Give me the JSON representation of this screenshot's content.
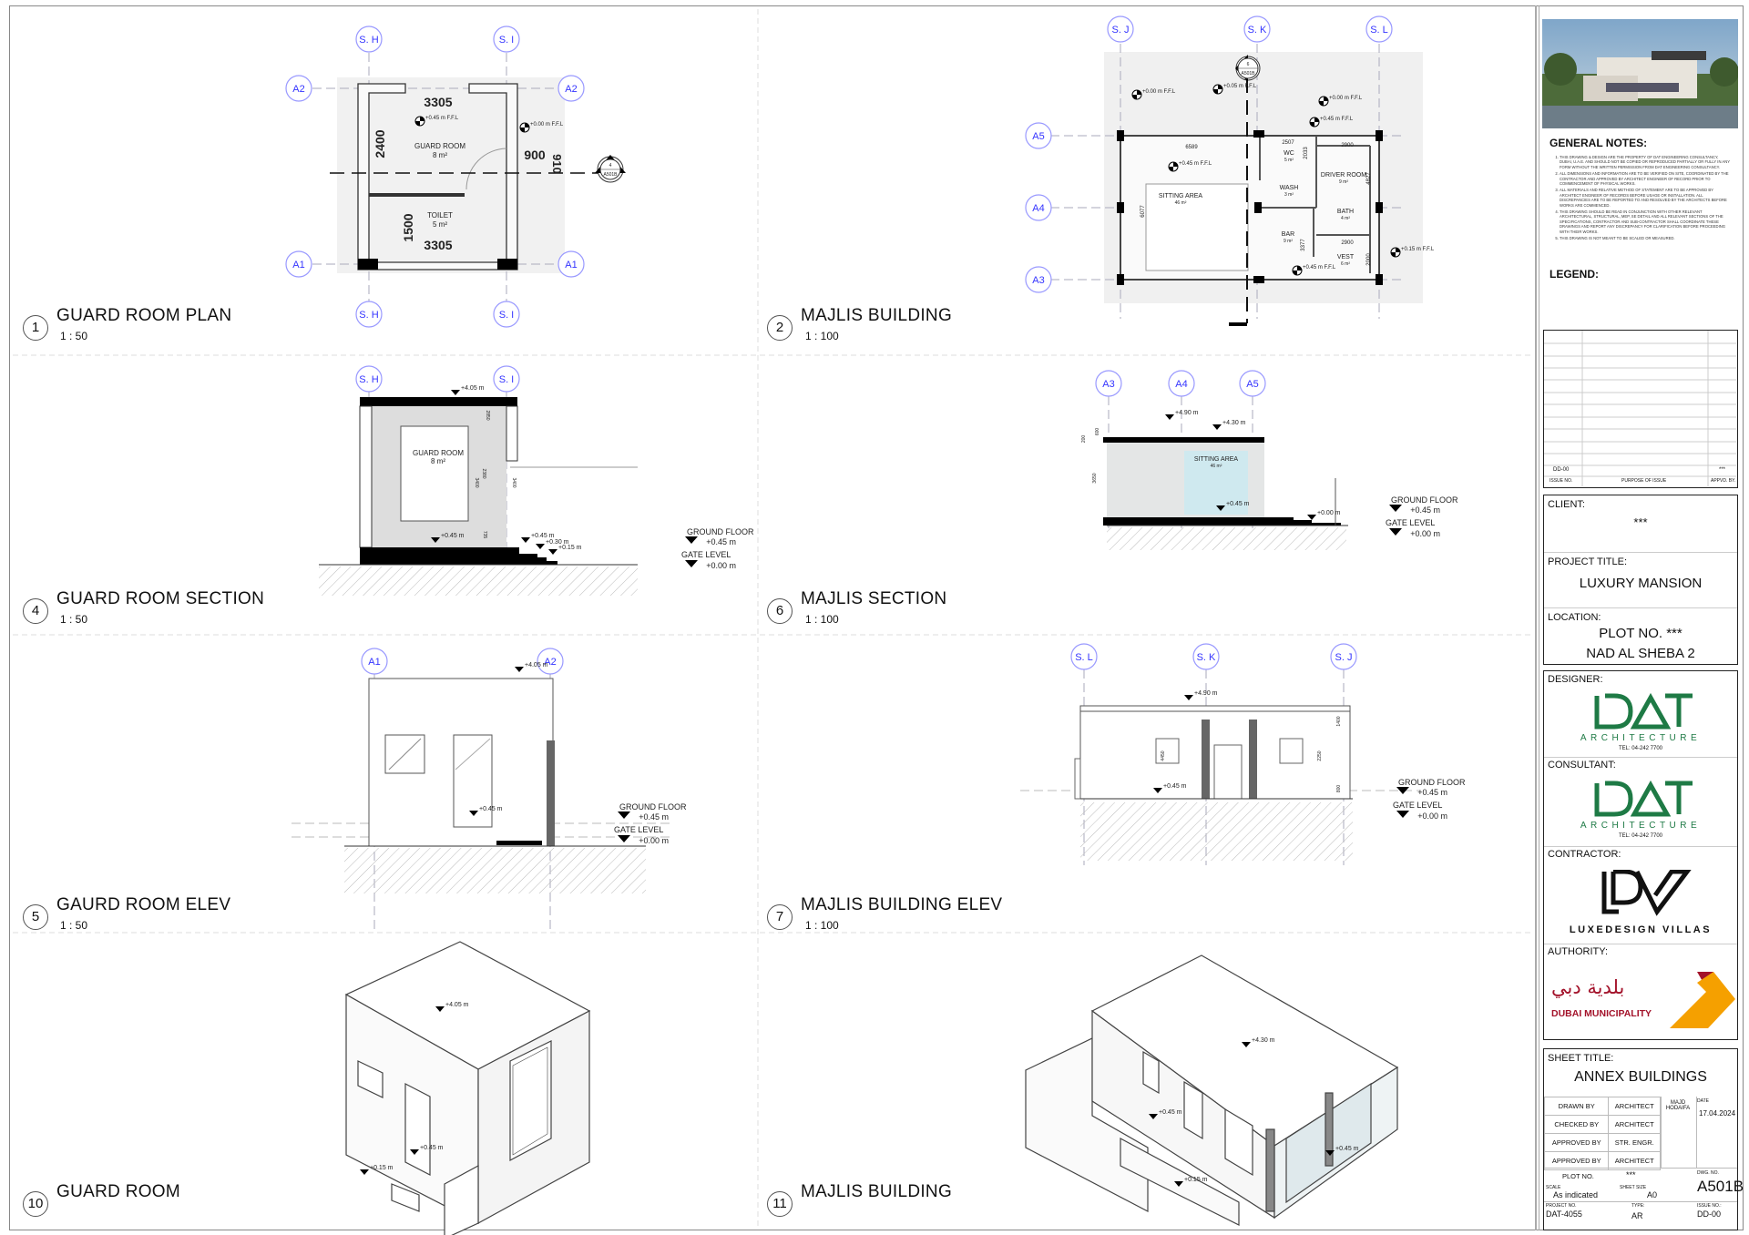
{
  "views": {
    "v1": {
      "number": "1",
      "title": "GUARD ROOM PLAN",
      "scale": "1 : 50"
    },
    "v2": {
      "number": "2",
      "title": "MAJLIS BUILDING",
      "scale": "1 : 100"
    },
    "v4": {
      "number": "4",
      "title": "GUARD ROOM SECTION",
      "scale": "1 : 50"
    },
    "v6": {
      "number": "6",
      "title": "MAJLIS SECTION",
      "scale": "1 : 100"
    },
    "v5": {
      "number": "5",
      "title": "GAURD ROOM ELEV",
      "scale": "1 : 50"
    },
    "v7": {
      "number": "7",
      "title": "MAJLIS BUILDING ELEV",
      "scale": "1 : 100"
    },
    "v10": {
      "number": "10",
      "title": "GUARD ROOM"
    },
    "v11": {
      "number": "11",
      "title": "MAJLIS BUILDING"
    }
  },
  "grids": {
    "sh": "S. H",
    "si": "S. I",
    "sj": "S. J",
    "sk": "S. K",
    "sl": "S. L",
    "a1": "A1",
    "a2": "A2",
    "a3": "A3",
    "a4": "A4",
    "a5": "A5"
  },
  "guard_plan": {
    "room": "GUARD ROOM",
    "room_area": "8 m²",
    "toilet": "TOILET",
    "toilet_area": "5 m²",
    "dim_top": "3305",
    "dim_bottom": "3305",
    "dim_room": "2400",
    "dim_toilet": "1500",
    "dim_door": "900",
    "dim_step": "910",
    "level_room": "+0.45 m F.F.L",
    "level_ext": "+0.00 m F.F.L",
    "section_num": "4",
    "section_sheet": "A501B"
  },
  "majlis_plan": {
    "sitting": "SITTING AREA",
    "sitting_area": "46 m²",
    "wc": "WC",
    "wc_area": "5 m²",
    "wash": "WASH",
    "wash_area": "3 m²",
    "driver": "DRIVER ROOM",
    "driver_area": "9 m²",
    "bath": "BATH",
    "bath_area": "4 m²",
    "bar": "BAR",
    "bar_area": "9 m²",
    "vest": "VEST",
    "vest_area": "6 m²",
    "dims": {
      "d6589": "6589",
      "d2507": "2507",
      "d2900a": "2900",
      "d2033": "2033",
      "d4827": "4827",
      "d6077": "6077",
      "d2900b": "2900",
      "d3377": "3377",
      "d2000": "2000"
    },
    "levels": {
      "l1": "+0.00 m F.F.L",
      "l2": "+0.05 m F.F.L",
      "l3": "+0.00 m F.F.L",
      "l4": "+0.45 m F.F.L",
      "l5": "+0.45 m F.F.L",
      "l6": "+0.15 m F.F.L",
      "l7": "+0.45 m F.F.L"
    },
    "section_num": "6",
    "section_sheet": "A501B"
  },
  "guard_section": {
    "roof": "+4.05 m",
    "room": "GUARD ROOM",
    "room_area": "8 m²",
    "floor": "+0.45 m",
    "step1": "+0.45 m",
    "step2": "+0.30 m",
    "step3": "+0.15 m",
    "dims": {
      "d1": "2850",
      "d2": "2380",
      "d3": "3400",
      "d4": "3400",
      "d5": "735"
    }
  },
  "majlis_section": {
    "roof1": "+4.90 m",
    "roof2": "+4.30 m",
    "room": "SITTING AREA",
    "room_area": "46 m²",
    "floor": "+0.45 m",
    "ext": "+0.00 m",
    "dims": {
      "d1": "200",
      "d2": "600",
      "d3": "3650"
    }
  },
  "guard_elev": {
    "roof": "+4.05 m",
    "floor": "+0.45 m"
  },
  "majlis_elev": {
    "roof": "+4.90 m",
    "floor": "+0.45 m",
    "dims": {
      "d1": "1400",
      "d2": "4450",
      "d3": "2250",
      "d4": "800"
    }
  },
  "guard_iso": {
    "roof": "+4.05 m",
    "floor": "+0.45 m",
    "ext": "+0.15 m"
  },
  "majlis_iso": {
    "roof": "+4.30 m",
    "floor1": "+0.45 m",
    "floor2": "+0.45 m",
    "ext": "+0.15 m"
  },
  "level_tags": {
    "ground_floor": "GROUND FLOOR",
    "ground_floor_value": "+0.45 m",
    "gate_level": "GATE LEVEL",
    "gate_level_value": "+0.00 m"
  },
  "title_block": {
    "general_notes_title": "GENERAL NOTES:",
    "notes": [
      "THIS DRAWING & DESIGN ARE THE PROPERTY OF DAT ENGINEERING CONSULTANCY, DUBAI, U.A.E. AND SHOULD NOT BE COPIED OR REPRODUCED PARTIALLY OR FULLY IN ANY FORM WITHOUT THE WRITTEN PERMISSION FROM DAT ENGINEERING CONSULTANCY.",
      "ALL DIMENSIONS AND INFORMATION ARE TO BE VERIFIED ON SITE, COORDINATED BY THE CONTRACTOR AND APPROVED BY ARCHITECT ENGINEER OF RECORD PRIOR TO COMMENCEMENT OF PHYSICAL WORKS.",
      "ALL MATERIALS AND RELATIVE METHOD OF STATEMENT ARE TO BE APPROVED BY ARCHITECT ENGINEER OF RECORDS BEFORE USAGE OR INSTALLATION. ALL DISCREPANCIES ARE TO BE REPORTED TO AND RESOLVED BY THE ARCHITECTS BEFORE WORKS ARE COMMENCED.",
      "THIS DRAWING SHOULD BE READ IN CONJUNCTION WITH OTHER RELEVANT ARCHITECTURAL, STRUCTURAL, MEP, SE DETAIL AND ALL RELEVANT SECTIONS OF THE SPECIFICATIONS, CONTRACTOR AND SUB-CONTRACTOR SHALL COORDINATE THESE DRAWINGS AND REPORT ANY DISCREPANCY FOR CLARIFICATION BEFORE PROCEEDING WITH THEIR WORKS.",
      "THIS DRAWING IS NOT MEANT TO BE SCALED OR MEASURED."
    ],
    "legend_title": "LEGEND:",
    "issue_table": {
      "issue_no_header": "ISSUE NO.",
      "purpose_header": "PURPOSE OF ISSUE",
      "approved_header": "APPVD. BY.",
      "issue_no": "DD-00",
      "approved": "***"
    },
    "client_label": "CLIENT:",
    "client": "***",
    "project_label": "PROJECT TITLE:",
    "project": "LUXURY MANSION",
    "location_label": "LOCATION:",
    "location_1": "PLOT NO. ***",
    "location_2": "NAD AL SHEBA 2",
    "designer_label": "DESIGNER:",
    "consultant_label": "CONSULTANT:",
    "contractor_label": "CONTRACTOR:",
    "authority_label": "AUTHORITY:",
    "dat_logo": "DAT",
    "dat_sub": "ARCHITECTURE",
    "dat_tel": "TEL: 04-242 7700",
    "ldv_logo": "LDV",
    "ldv_sub": "LUXEDESIGN VILLAS",
    "dm_arabic": "بلدية دبي",
    "dm_english": "DUBAI MUNICIPALITY",
    "dat_color": "#1e7a45",
    "dm_red": "#a3122a",
    "dm_orange": "#f5a000",
    "sheet_title_label": "SHEET TITLE:",
    "sheet_title": "ANNEX BUILDINGS",
    "rows": [
      {
        "role": "DRAWN BY",
        "who": "ARCHITECT",
        "name": "MAJD HODAIFA"
      },
      {
        "role": "CHECKED BY",
        "who": "ARCHITECT",
        "name": ""
      },
      {
        "role": "APPROVED BY",
        "who": "STR. ENGR.",
        "name": ""
      },
      {
        "role": "APPROVED BY",
        "who": "ARCHITECT",
        "name": ""
      }
    ],
    "date_label": "DATE",
    "date": "17.04.2024",
    "plot_label": "PLOT NO.",
    "plot": "***",
    "dwg_label": "DWG. NO.",
    "dwg": "A501B",
    "scale_label": "SCALE",
    "scale": "As indicated",
    "size_label": "SHEET SIZE",
    "size": "A0",
    "project_no_label": "PROJECT NO.",
    "project_no": "DAT-4055",
    "type_label": "TYPE:",
    "type": "AR",
    "issue_label": "ISSUE NO.:",
    "issue": "DD-00"
  }
}
